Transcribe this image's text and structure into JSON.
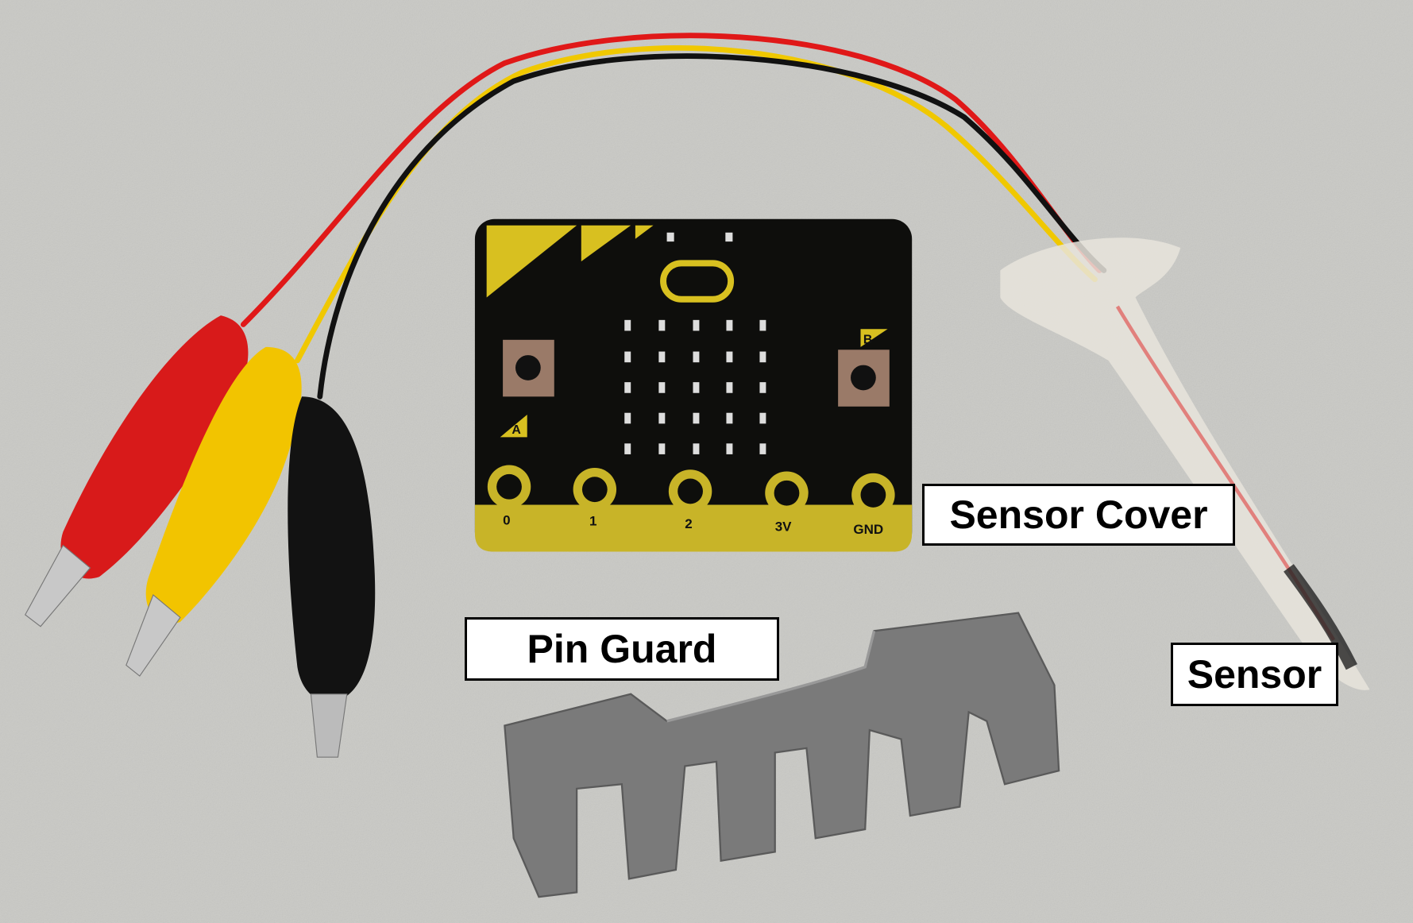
{
  "labels": {
    "sensor_cover": "Sensor Cover",
    "pin_guard": "Pin Guard",
    "sensor": "Sensor"
  },
  "board": {
    "pins": [
      "0",
      "1",
      "2",
      "3V",
      "GND"
    ],
    "button_a": "A",
    "button_b": "B"
  },
  "colors": {
    "background": "#c9c9c5",
    "wire_red": "#e01818",
    "wire_yellow": "#f0c800",
    "wire_black": "#111111",
    "board": "#0e0e0c",
    "board_gold": "#c8b428",
    "pin_guard": "#7a7a7a"
  }
}
